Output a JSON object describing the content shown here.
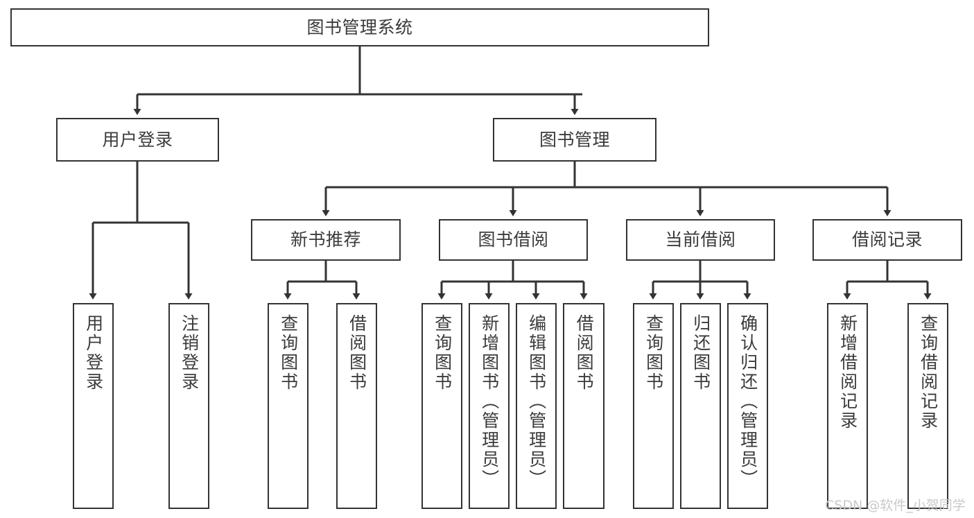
{
  "diagram": {
    "title": "图书管理系统",
    "type": "hierarchy-tree",
    "watermark": "CSDN @软件_小贺同学",
    "colors": {
      "stroke": "#333333",
      "box_fill": "#ffffff",
      "text": "#3b3b3b",
      "watermark": "#c9c9c9",
      "background": "#ffffff"
    },
    "nodes": {
      "root": {
        "label": "图书管理系统"
      },
      "level2": [
        {
          "label": "用户登录"
        },
        {
          "label": "图书管理"
        }
      ],
      "level3": [
        {
          "label": "新书推荐"
        },
        {
          "label": "图书借阅"
        },
        {
          "label": "当前借阅"
        },
        {
          "label": "借阅记录"
        }
      ],
      "leaves": {
        "user_login": [
          {
            "label": "用户登录"
          },
          {
            "label": "注销登录"
          }
        ],
        "new_book_recommend": [
          {
            "label": "查询图书"
          },
          {
            "label": "借阅图书"
          }
        ],
        "book_borrow": [
          {
            "label": "查询图书"
          },
          {
            "label": "新增图书（管理员）"
          },
          {
            "label": "编辑图书（管理员）"
          },
          {
            "label": "借阅图书"
          }
        ],
        "current_borrow": [
          {
            "label": "查询图书"
          },
          {
            "label": "归还图书"
          },
          {
            "label": "确认归还（管理员）"
          }
        ],
        "borrow_record": [
          {
            "label": "新增借阅记录"
          },
          {
            "label": "查询借阅记录"
          }
        ]
      }
    }
  }
}
